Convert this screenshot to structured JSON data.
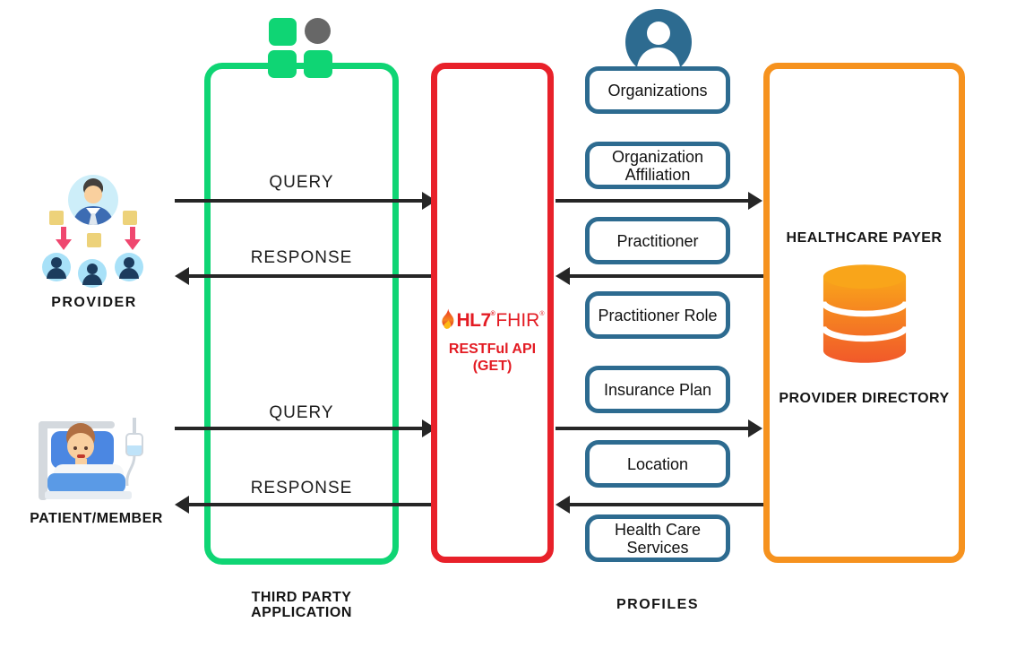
{
  "actors": {
    "provider": {
      "label": "PROVIDER"
    },
    "patient": {
      "label": "PATIENT/MEMBER"
    }
  },
  "third_party": {
    "line1": "THIRD PARTY",
    "line2": "APPLICATION"
  },
  "api": {
    "hl7": "HL7",
    "fhir": "FHIR",
    "reg": "®",
    "line1": "RESTFul API",
    "line2": "(GET)"
  },
  "payer": {
    "title": "HEALTHCARE PAYER",
    "subtitle": "PROVIDER DIRECTORY"
  },
  "profiles": {
    "caption": "PROFILES",
    "items": [
      "Organizations",
      "Organization Affiliation",
      "Practitioner",
      "Practitioner Role",
      "Insurance Plan",
      "Location",
      "Health Care Services"
    ]
  },
  "flows": {
    "query_top": "QUERY",
    "response_top": "RESPONSE",
    "query_bottom": "QUERY",
    "response_bottom": "RESPONSE"
  },
  "colors": {
    "green": "#0fd574",
    "red": "#e8212a",
    "orange": "#f6921e",
    "profile_blue": "#2d6b90",
    "arrow_black": "#262626",
    "hl7_red": "#e31b23",
    "db_gradient_top": "#F9A51A",
    "db_gradient_bottom": "#F1592A",
    "gray_dot": "#676767"
  },
  "icons": {
    "app_shapes": "app-shapes-icon",
    "user_circle": "user-circle-icon",
    "provider_group": "provider-group-icon",
    "patient_bed": "patient-bed-icon",
    "database": "database-icon",
    "flame": "hl7-flame-icon"
  }
}
